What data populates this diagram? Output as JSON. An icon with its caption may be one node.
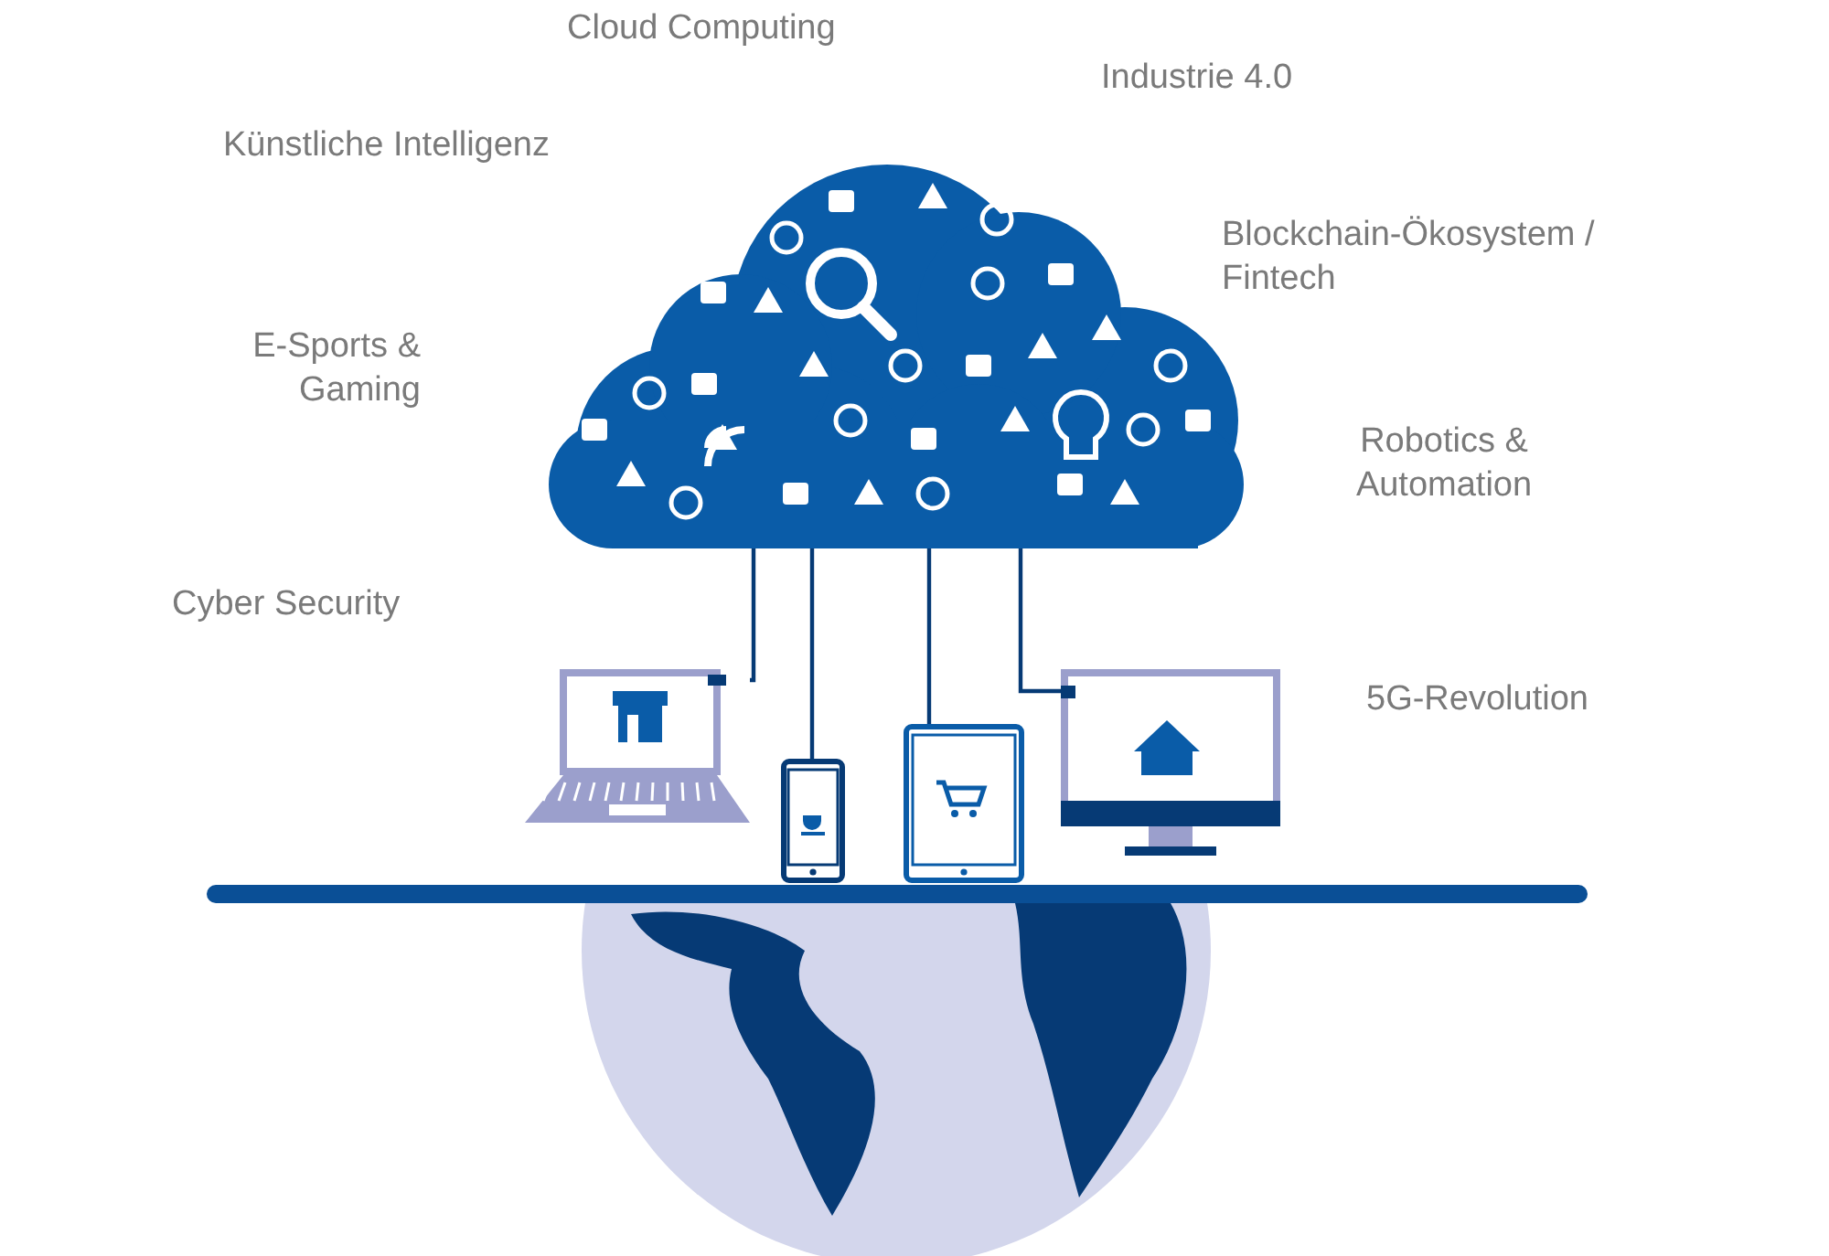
{
  "diagram": {
    "nodes": [
      {
        "text": [],
        "shape": "cloud"
      },
      {
        "text": [],
        "shape": "picture"
      },
      {
        "text": [],
        "shape": "picture"
      },
      {
        "text": [],
        "shape": "picture"
      },
      {
        "text": [],
        "shape": "picture"
      }
    ],
    "edges": [
      {
        "from": 0,
        "to": 1,
        "arrow": "none"
      },
      {
        "from": 0,
        "to": 2,
        "arrow": "none"
      },
      {
        "from": 0,
        "to": 3,
        "arrow": "none"
      },
      {
        "from": 0,
        "to": 4,
        "arrow": "none"
      }
    ],
    "labels": [
      "Cloud Computing",
      "Industrie 4.0",
      "Künstliche Intelligenz",
      "Blockchain-Ökosystem / Fintech",
      "E-Sports & Gaming",
      "Robotics & Automation",
      "Cyber Security",
      "5G-Revolution"
    ]
  }
}
